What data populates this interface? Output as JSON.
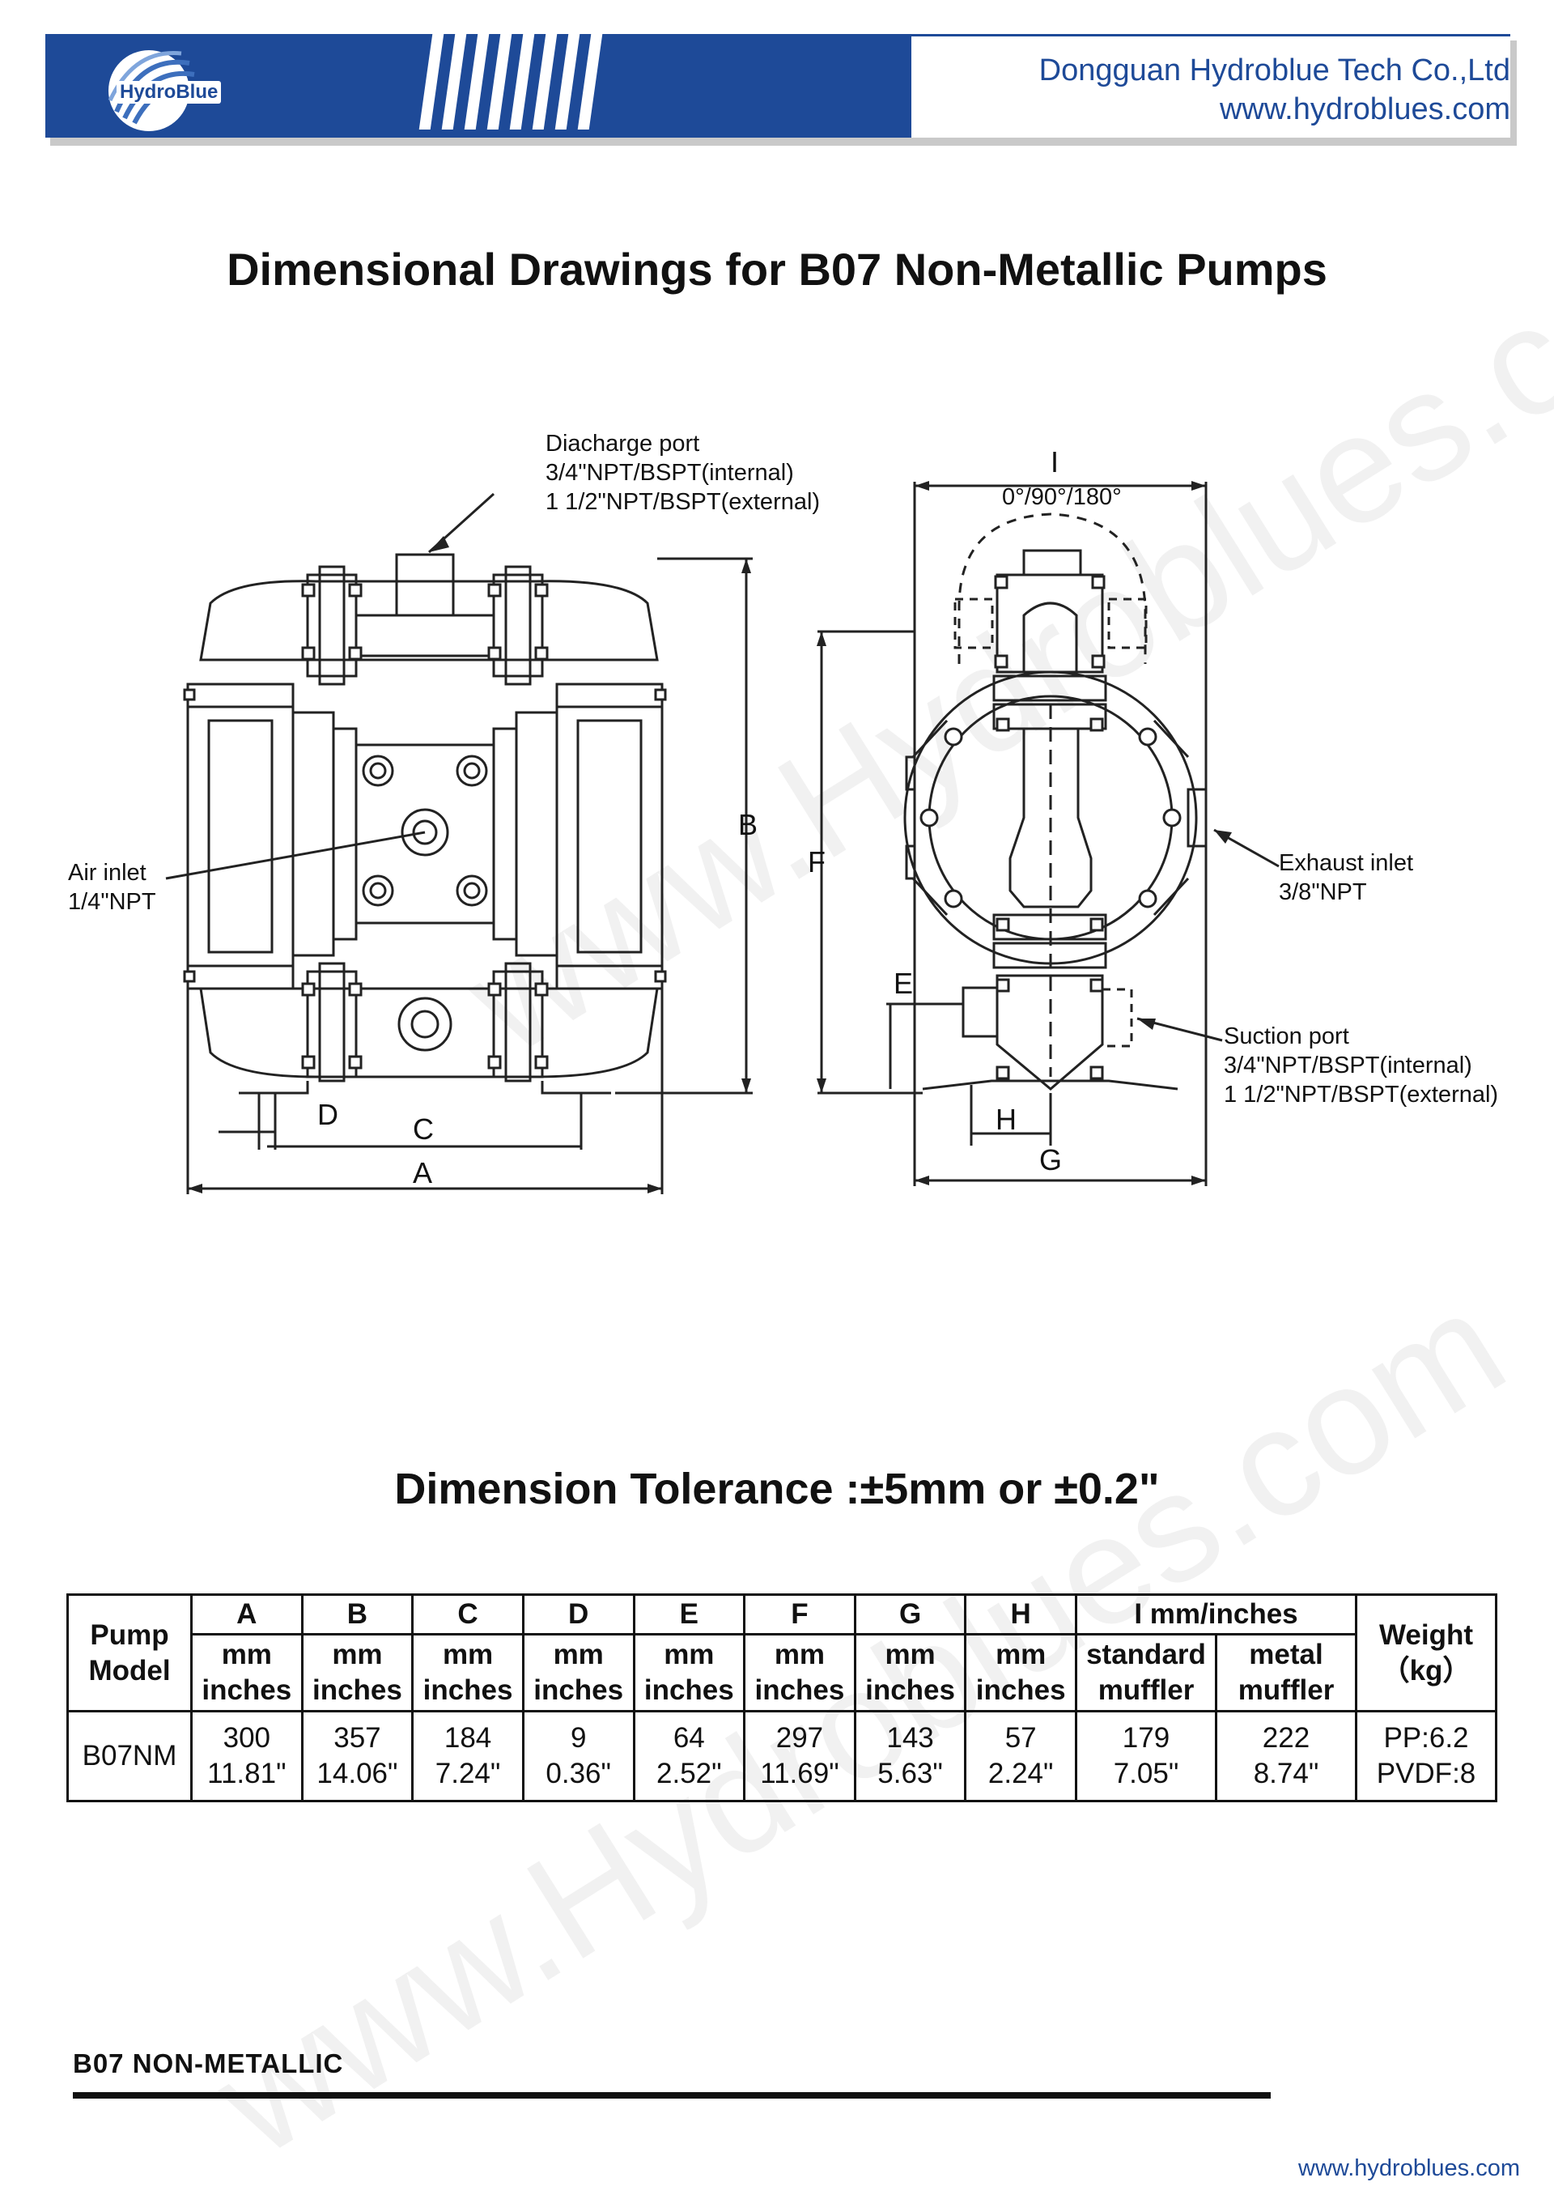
{
  "header": {
    "logo_text": "HydroBlue",
    "company_name": "Dongguan Hydroblue Tech Co.,Ltd",
    "company_url": "www.hydroblues.com"
  },
  "title": "Dimensional Drawings for B07 Non-Metallic Pumps",
  "drawing": {
    "discharge_port": [
      "Diacharge port",
      "3/4\"NPT/BSPT(internal)",
      "1 1/2\"NPT/BSPT(external)"
    ],
    "air_inlet": [
      "Air inlet",
      "1/4\"NPT"
    ],
    "exhaust_inlet": [
      "Exhaust inlet",
      "3/8\"NPT"
    ],
    "suction_port": [
      "Suction port",
      "3/4\"NPT/BSPT(internal)",
      "1 1/2\"NPT/BSPT(external)"
    ],
    "rotation": "0°/90°/180°",
    "dim_letters": {
      "A": "A",
      "B": "B",
      "C": "C",
      "D": "D",
      "E": "E",
      "F": "F",
      "G": "G",
      "H": "H",
      "I": "I"
    }
  },
  "tolerance": "Dimension Tolerance :±5mm or ±0.2\"",
  "table": {
    "pump_model_header": [
      "Pump",
      "Model"
    ],
    "letters": [
      "A",
      "B",
      "C",
      "D",
      "E",
      "F",
      "G",
      "H"
    ],
    "i_header": "I  mm/inches",
    "weight_header": [
      "Weight",
      "（kg）"
    ],
    "unit_mm": "mm",
    "unit_inches": "inches",
    "muffler_headers": [
      [
        "standard",
        "muffler"
      ],
      [
        "metal",
        "muffler"
      ]
    ],
    "row": {
      "model": "B07NM",
      "values": [
        [
          "300",
          "11.81\""
        ],
        [
          "357",
          "14.06\""
        ],
        [
          "184",
          "7.24\""
        ],
        [
          "9",
          "0.36\""
        ],
        [
          "64",
          "2.52\""
        ],
        [
          "297",
          "11.69\""
        ],
        [
          "143",
          "5.63\""
        ],
        [
          "57",
          "2.24\""
        ]
      ],
      "standard_muffler": [
        "179",
        "7.05\""
      ],
      "metal_muffler": [
        "222",
        "8.74\""
      ],
      "weight": [
        "PP:6.2",
        "PVDF:8"
      ]
    }
  },
  "footer": {
    "label": "B07 NON-METALLIC",
    "url": "www.hydroblues.com"
  },
  "watermark": "www.Hydroblues.com",
  "colors": {
    "brand_blue": "#1e4a98"
  }
}
